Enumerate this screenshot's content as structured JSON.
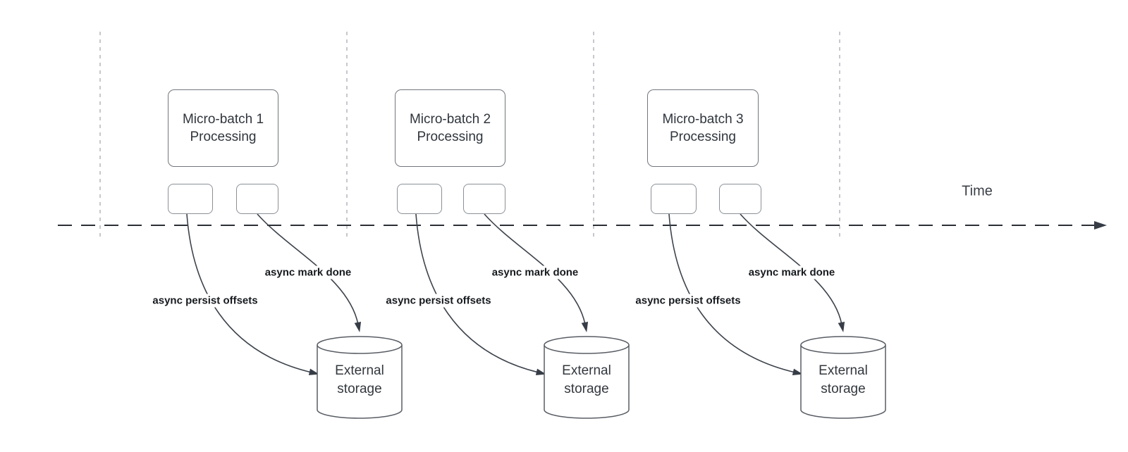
{
  "time_label": "Time",
  "batches": [
    {
      "title": "Micro-batch 1\nProcessing",
      "persist_label": "async persist offsets",
      "mark_done_label": "async mark done",
      "storage_label": "External\nstorage"
    },
    {
      "title": "Micro-batch 2\nProcessing",
      "persist_label": "async persist offsets",
      "mark_done_label": "async mark done",
      "storage_label": "External\nstorage"
    },
    {
      "title": "Micro-batch 3\nProcessing",
      "persist_label": "async persist offsets",
      "mark_done_label": "async mark done",
      "storage_label": "External\nstorage"
    }
  ]
}
